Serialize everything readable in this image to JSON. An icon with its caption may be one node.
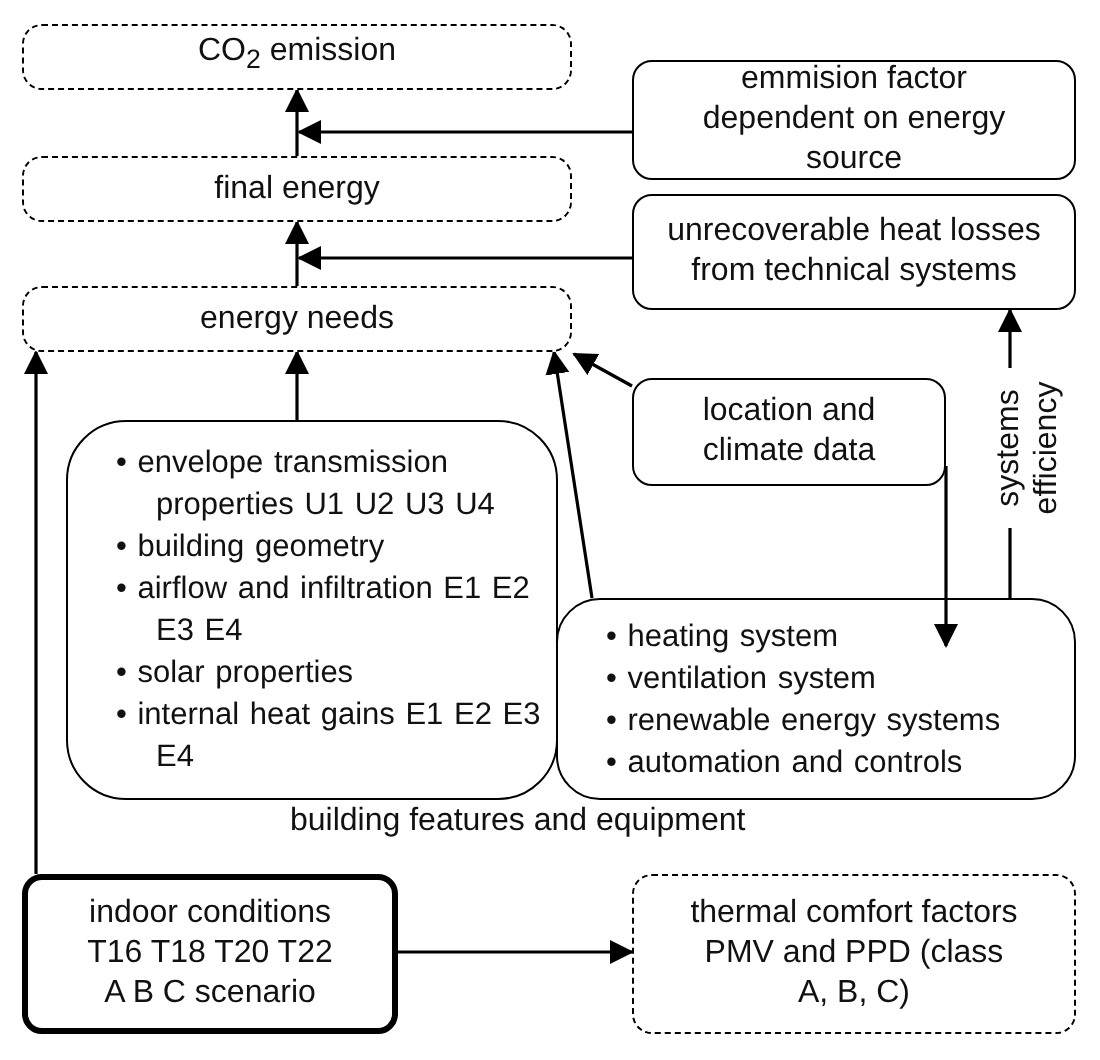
{
  "diagram": {
    "nodes": [
      {
        "text": [
          "CO$_{2}$ emission"
        ]
      },
      {
        "text": [
          "final energy"
        ]
      },
      {
        "text": [
          "energy needs"
        ]
      },
      {
        "text": [
          "emmision factor dependent on energy source"
        ]
      },
      {
        "text": [
          "unrecoverable heat losses from technical systems"
        ]
      },
      {
        "text": [
          "• envelope transmission properties U1 U2 U3 U4",
          "• building geometry",
          "• airflow and infiltration E1 E2 E3 E4",
          "• solar properties",
          "• internal heat gains E1 E2 E3 E4"
        ]
      },
      {
        "text": [
          "• heating system",
          "• ventilation system",
          "• renewable energy systems",
          "• automation and controls"
        ]
      },
      {
        "text": [
          "location and climate data"
        ]
      },
      {
        "text": [
          "indoor conditions T16 T18 T20 T22 A B C scenario"
        ]
      },
      {
        "text": [
          "thermal comfort factors PMV and PPD (class A, B, C)"
        ]
      }
    ],
    "edges": [
      {
        "from": 1,
        "to": 0,
        "arrow": "to"
      },
      {
        "from": 3,
        "to": 0,
        "arrow": "to"
      },
      {
        "from": 2,
        "to": 1,
        "arrow": "to"
      },
      {
        "from": 4,
        "to": 1,
        "arrow": "to"
      },
      {
        "from": 8,
        "to": 2,
        "arrow": "to"
      },
      {
        "from": 5,
        "to": 2,
        "arrow": "to"
      },
      {
        "from": 6,
        "to": 2,
        "arrow": "to"
      },
      {
        "from": 7,
        "to": 2,
        "arrow": "to"
      },
      {
        "from": 7,
        "to": 6,
        "arrow": "to"
      },
      {
        "from": 6,
        "to": 4,
        "arrow": "to",
        "label": "systems efficiency"
      },
      {
        "from": 8,
        "to": 9,
        "arrow": "to"
      }
    ],
    "labels": [
      "building features and equipment"
    ]
  }
}
